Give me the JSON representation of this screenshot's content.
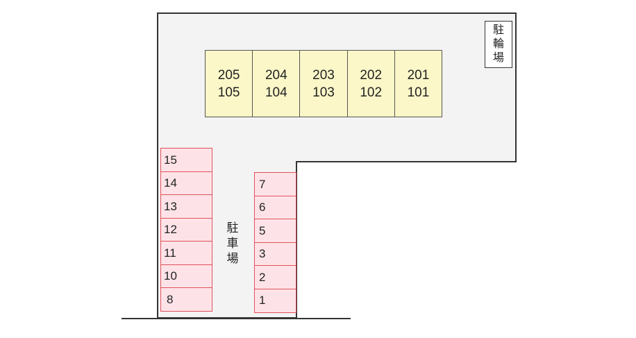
{
  "colors": {
    "lot_fill": "#f3f3f3",
    "boundary": "#333333",
    "building_fill": "#fbf7c8",
    "slot_fill": "#fde3e8",
    "slot_border": "#e0505a"
  },
  "building": {
    "units": [
      {
        "upper": "205",
        "lower": "105"
      },
      {
        "upper": "204",
        "lower": "104"
      },
      {
        "upper": "203",
        "lower": "103"
      },
      {
        "upper": "202",
        "lower": "102"
      },
      {
        "upper": "201",
        "lower": "101"
      }
    ]
  },
  "bicycle_parking": {
    "chars": [
      "駐",
      "輪",
      "場"
    ]
  },
  "car_parking": {
    "label_chars": [
      "駐",
      "車",
      "場"
    ],
    "left_column": [
      "15",
      "14",
      "13",
      "12",
      "11",
      "10",
      "8"
    ],
    "right_column": [
      "7",
      "6",
      "5",
      "3",
      "2",
      "1"
    ]
  }
}
